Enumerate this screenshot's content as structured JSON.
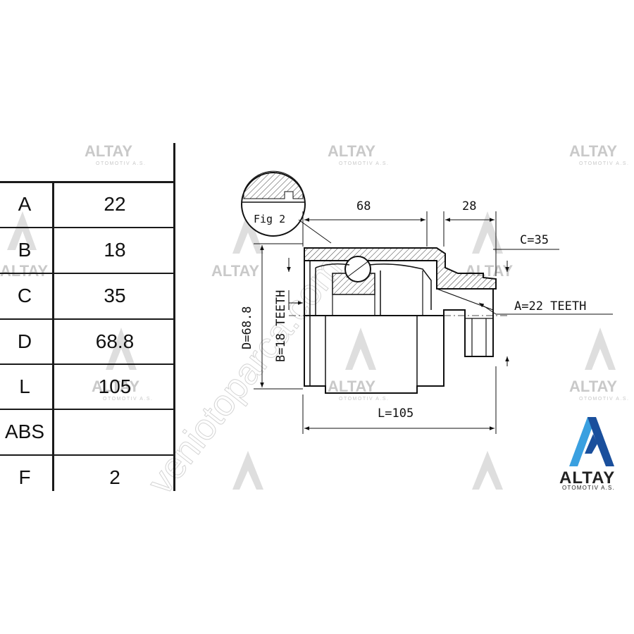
{
  "table": {
    "rows": [
      {
        "param": "A",
        "value": "22"
      },
      {
        "param": "B",
        "value": "18"
      },
      {
        "param": "C",
        "value": "35"
      },
      {
        "param": "D",
        "value": "68.8"
      },
      {
        "param": "L",
        "value": "105"
      },
      {
        "param": "ABS",
        "value": ""
      },
      {
        "param": "F",
        "value": "2"
      }
    ]
  },
  "drawing": {
    "fig_label": "Fig 2",
    "dim_68": "68",
    "dim_28": "28",
    "dim_c": "C=35",
    "dim_a": "A=22 TEETH",
    "dim_d": "D=68.8",
    "dim_b": "B=18 TEETH",
    "dim_l": "L=105"
  },
  "watermark": {
    "brand": "ALTAY",
    "sub": "OTOMOTIV A.S.",
    "diagonal_text": "veniotoparca.com"
  },
  "logo": {
    "brand": "ALTAY",
    "sub": "OTOMOTIV A.S.",
    "colors": {
      "light_blue": "#3aa0e0",
      "dark_blue": "#1a4f9c",
      "text": "#222222"
    }
  }
}
